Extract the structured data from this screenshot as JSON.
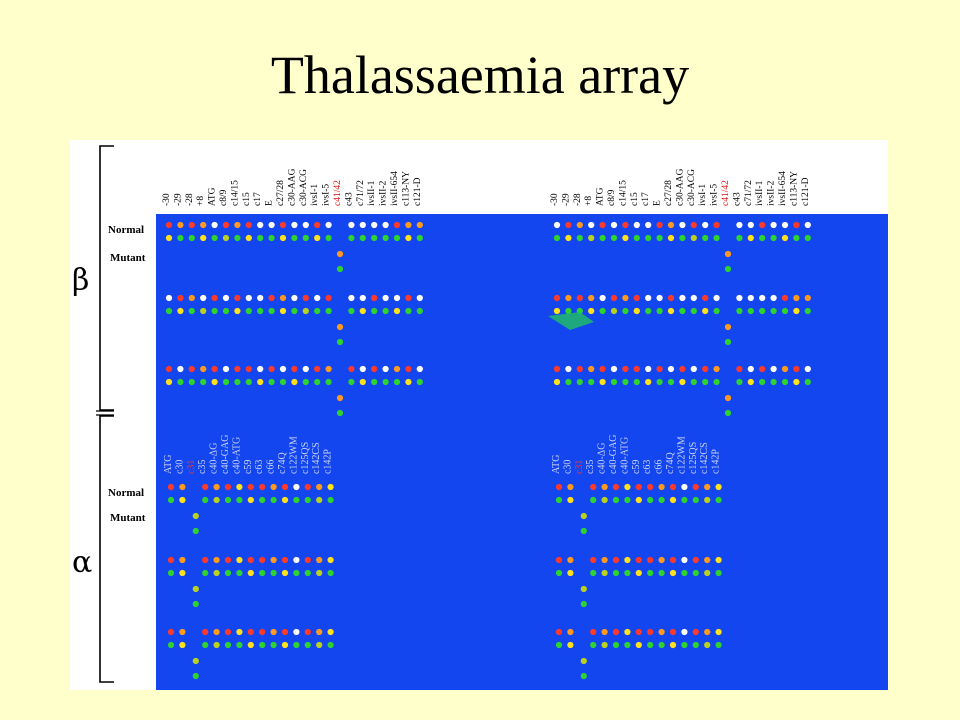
{
  "title": "Thalassaemia array",
  "beta": {
    "symbol": "β",
    "columns": [
      "-30",
      "-29",
      "-28",
      "+8",
      "ATG",
      "c8/9",
      "c14/15",
      "c15",
      "c17",
      "E",
      "c27/28",
      "c30-AAG",
      "c30-ACG",
      "ivsI-1",
      "ivsI-5",
      "c41/42",
      "c43",
      "c71/72",
      "ivsII-1",
      "ivsII-2",
      "ivsII-654",
      "c113-NY",
      "c121-D"
    ],
    "highlighted_column": "c41/42",
    "row_labels": {
      "normal": "Normal",
      "mutant": "Mutant"
    }
  },
  "alpha": {
    "symbol": "α",
    "columns": [
      "ATG",
      "c30",
      "c31",
      "c35",
      "c40-ΔG",
      "c40-GAG",
      "c40-ATG",
      "c59",
      "c63",
      "c66",
      "c74Q",
      "c122WM",
      "c125QS",
      "c142CS",
      "c142P"
    ],
    "highlighted_column": "c31",
    "row_labels": {
      "normal": "Normal",
      "mutant": "Mutant"
    }
  },
  "colors": {
    "slide_background": "#ffffcc",
    "array_background": "#1446f0",
    "spot_white": "#ffffff",
    "spot_red": "#ff3a2a",
    "spot_orange": "#ff9a1e",
    "spot_yellow": "#ffe21c",
    "spot_green": "#2fd32f",
    "spot_olive": "#b9d21e",
    "highlight_label": "#e01010"
  }
}
